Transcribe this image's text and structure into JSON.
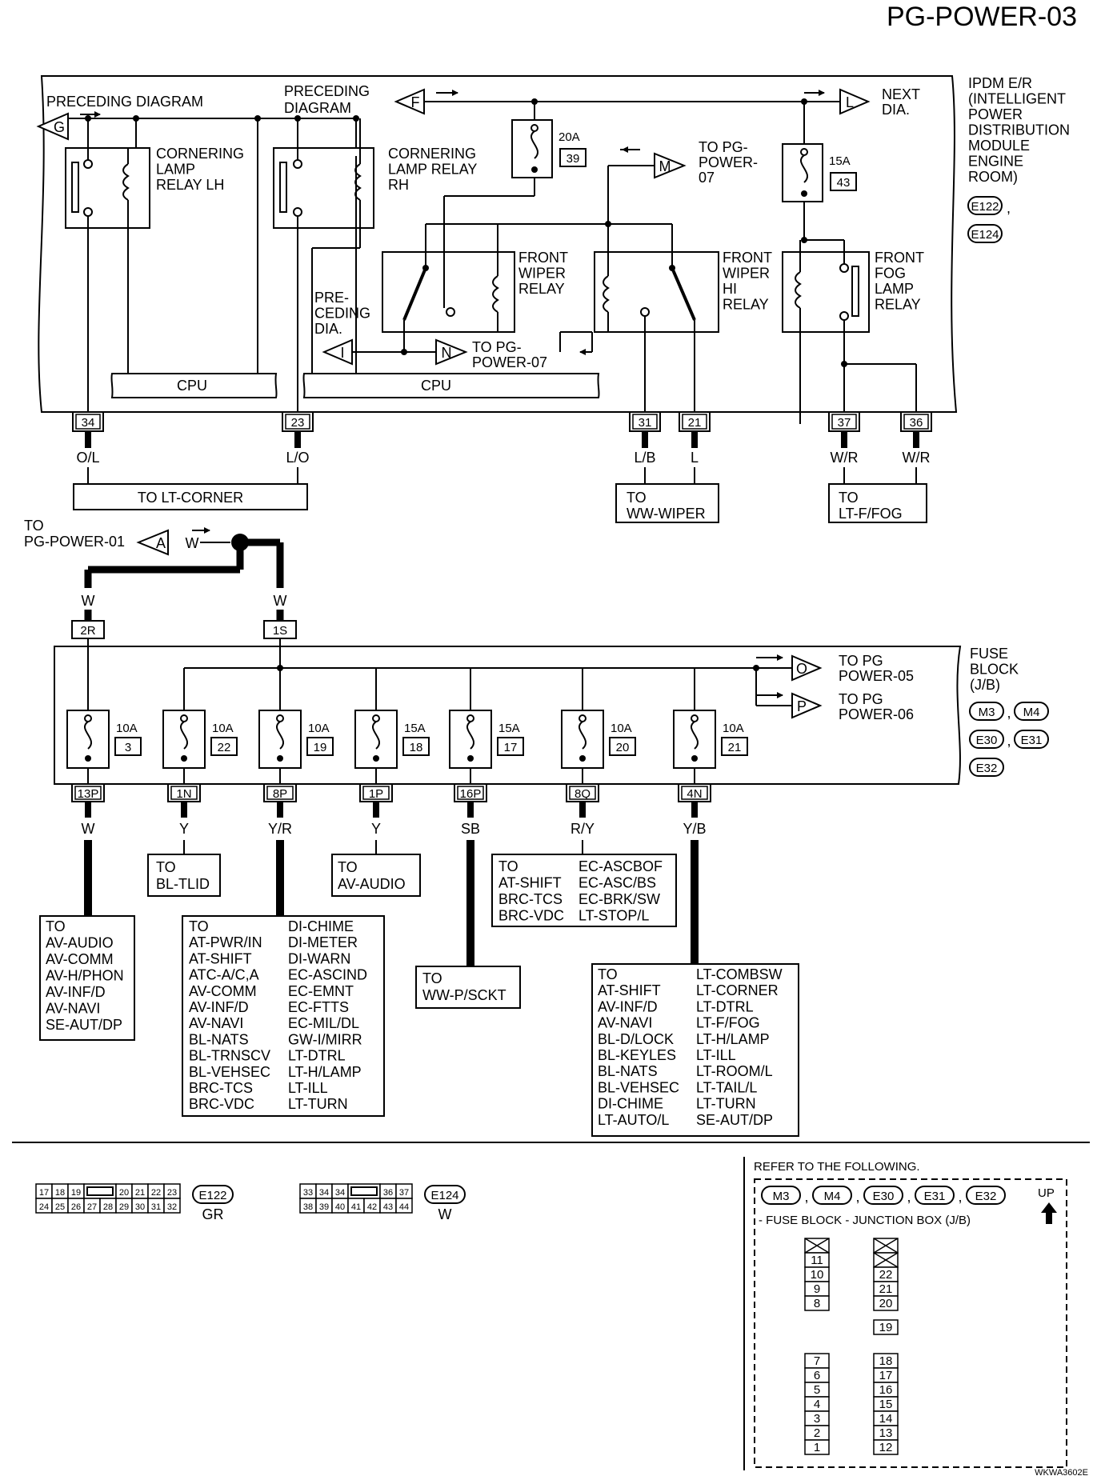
{
  "page": {
    "title": "PG-POWER-03",
    "ref_code": "WKWA3602E"
  },
  "ipdm": {
    "label": [
      "IPDM E/R",
      "(INTELLIGENT",
      "POWER",
      "DISTRIBUTION",
      "MODULE",
      "ENGINE",
      "ROOM)"
    ],
    "connectors": [
      "E122",
      "E124"
    ],
    "connector_sep": ",",
    "preceding_g": "PRECEDING DIAGRAM",
    "preceding_f": [
      "PRECEDING",
      "DIAGRAM"
    ],
    "next_l": [
      "NEXT",
      "DIA."
    ],
    "preceding_i": [
      "PRE-",
      "CEDING",
      "DIA."
    ],
    "to_m": [
      "TO PG-",
      "POWER-",
      "07"
    ],
    "to_n": [
      "TO PG-",
      "POWER-07"
    ],
    "cpu": "CPU",
    "relay_lh": [
      "CORNERING",
      "LAMP",
      "RELAY LH"
    ],
    "relay_rh": [
      "CORNERING",
      "LAMP RELAY",
      "RH"
    ],
    "wiper_relay": [
      "FRONT",
      "WIPER",
      "RELAY"
    ],
    "wiper_hi_relay": [
      "FRONT",
      "WIPER",
      "HI",
      "RELAY"
    ],
    "fog_relay": [
      "FRONT",
      "FOG",
      "LAMP",
      "RELAY"
    ],
    "fuse39": {
      "amp": "20A",
      "num": "39"
    },
    "fuse43": {
      "amp": "15A",
      "num": "43"
    },
    "terminals": [
      {
        "num": "34",
        "wire": "O/L"
      },
      {
        "num": "23",
        "wire": "L/O"
      },
      {
        "num": "31",
        "wire": "L/B"
      },
      {
        "num": "21",
        "wire": "L"
      },
      {
        "num": "37",
        "wire": "W/R"
      },
      {
        "num": "36",
        "wire": "W/R"
      }
    ],
    "to_lt_corner": "TO LT-CORNER",
    "to_ww_wiper": [
      "TO",
      "WW-WIPER"
    ],
    "to_lt_ffog": [
      "TO",
      "LT-F/FOG"
    ]
  },
  "connectors": {
    "G": "G",
    "F": "F",
    "L": "L",
    "M": "M",
    "I": "I",
    "N": "N",
    "A": "A",
    "O": "O",
    "P": "P"
  },
  "junction": {
    "to_pg01": [
      "TO",
      "PG-POWER-01"
    ],
    "wire_a": "W",
    "wire_left": "W",
    "wire_right": "W",
    "conn_2r": "2R",
    "conn_1s": "1S"
  },
  "fuse_block": {
    "label": [
      "FUSE",
      "BLOCK",
      "(J/B)"
    ],
    "connectors": [
      "M3",
      "M4",
      "E30",
      "E31",
      "E32"
    ],
    "connector_sep": ",",
    "to_o": [
      "TO PG",
      "POWER-05"
    ],
    "to_p": [
      "TO PG",
      "POWER-06"
    ],
    "fuses": [
      {
        "amp": "10A",
        "num": "3",
        "conn": "13P",
        "wire": "W"
      },
      {
        "amp": "10A",
        "num": "22",
        "conn": "1N",
        "wire": "Y"
      },
      {
        "amp": "10A",
        "num": "19",
        "conn": "8P",
        "wire": "Y/R"
      },
      {
        "amp": "15A",
        "num": "18",
        "conn": "1P",
        "wire": "Y"
      },
      {
        "amp": "15A",
        "num": "17",
        "conn": "16P",
        "wire": "SB"
      },
      {
        "amp": "10A",
        "num": "20",
        "conn": "8Q",
        "wire": "R/Y"
      },
      {
        "amp": "10A",
        "num": "21",
        "conn": "4N",
        "wire": "Y/B"
      }
    ]
  },
  "destinations": {
    "bl_tlid": [
      "TO",
      "BL-TLID"
    ],
    "av_audio": [
      "TO",
      "AV-AUDIO"
    ],
    "ww_psckt": [
      "TO",
      "WW-P/SCKT"
    ],
    "fuse3_list": [
      "TO",
      "AV-AUDIO",
      "AV-COMM",
      "AV-H/PHON",
      "AV-INF/D",
      "AV-NAVI",
      "SE-AUT/DP"
    ],
    "fuse19_col1": [
      "TO",
      "AT-PWR/IN",
      "AT-SHIFT",
      "ATC-A/C,A",
      "AV-COMM",
      "AV-INF/D",
      "AV-NAVI",
      "BL-NATS",
      "BL-TRNSCV",
      "BL-VEHSEC",
      "BRC-TCS",
      "BRC-VDC"
    ],
    "fuse19_col2": [
      "DI-CHIME",
      "DI-METER",
      "DI-WARN",
      "EC-ASCIND",
      "EC-EMNT",
      "EC-FTTS",
      "EC-MIL/DL",
      "GW-I/MIRR",
      "LT-DTRL",
      "LT-H/LAMP",
      "LT-ILL",
      "LT-TURN"
    ],
    "fuse20_col1": [
      "TO",
      "AT-SHIFT",
      "BRC-TCS",
      "BRC-VDC"
    ],
    "fuse20_col2": [
      "EC-ASCBOF",
      "EC-ASC/BS",
      "EC-BRK/SW",
      "LT-STOP/L"
    ],
    "fuse21_col1": [
      "TO",
      "AT-SHIFT",
      "AV-INF/D",
      "AV-NAVI",
      "BL-D/LOCK",
      "BL-KEYLES",
      "BL-NATS",
      "BL-VEHSEC",
      "DI-CHIME",
      "LT-AUTO/L"
    ],
    "fuse21_col2": [
      "LT-COMBSW",
      "LT-CORNER",
      "LT-DTRL",
      "LT-F/FOG",
      "LT-H/LAMP",
      "LT-ILL",
      "LT-ROOM/L",
      "LT-TAIL/L",
      "LT-TURN",
      "SE-AUT/DP"
    ]
  },
  "connector_faces": {
    "e122": {
      "id": "E122",
      "color": "GR",
      "top": [
        "17",
        "18",
        "19",
        "",
        "20",
        "21",
        "22",
        "23"
      ],
      "bottom": [
        "24",
        "25",
        "26",
        "27",
        "28",
        "29",
        "30",
        "31",
        "32"
      ]
    },
    "e124": {
      "id": "E124",
      "color": "W",
      "top": [
        "33",
        "34",
        "34",
        "",
        "36",
        "37"
      ],
      "bottom": [
        "38",
        "39",
        "40",
        "41",
        "42",
        "43",
        "44"
      ]
    }
  },
  "refer": {
    "heading": "REFER TO THE FOLLOWING.",
    "connectors": [
      "M3",
      "M4",
      "E30",
      "E31",
      "E32"
    ],
    "connector_sep": ",",
    "subtitle": "- FUSE BLOCK - JUNCTION BOX (J/B)",
    "up": "UP",
    "left_top": [
      "11",
      "10",
      "9",
      "8"
    ],
    "left_bottom": [
      "7",
      "6",
      "5",
      "4",
      "3",
      "2",
      "1"
    ],
    "right_top": [
      "22",
      "21",
      "20"
    ],
    "right_mid": "19",
    "right_bottom": [
      "18",
      "17",
      "16",
      "15",
      "14",
      "13",
      "12"
    ]
  }
}
